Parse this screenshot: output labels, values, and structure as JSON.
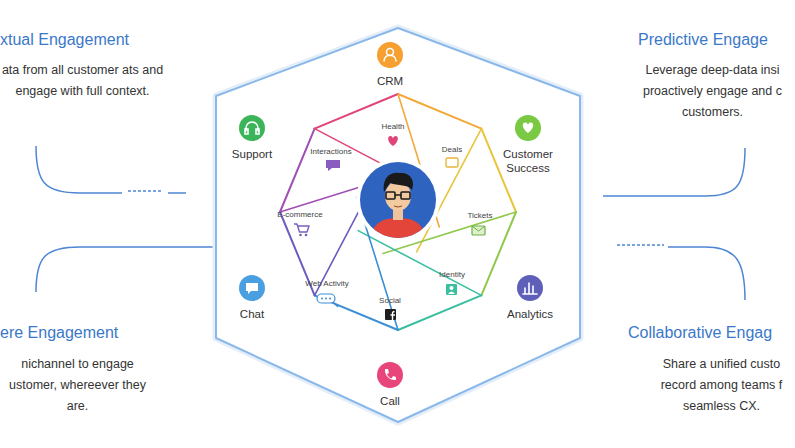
{
  "diagram": {
    "nodes": [
      {
        "text": [
          "CRM"
        ]
      },
      {
        "text": [
          "Support"
        ]
      },
      {
        "text": [
          "Customer Success"
        ]
      },
      {
        "text": [
          "Chat"
        ]
      },
      {
        "text": [
          "Analytics"
        ]
      },
      {
        "text": [
          "Call"
        ]
      }
    ],
    "labels": [
      "xtual Engagement",
      "ata from all customer ats and engage with full context.",
      "Predictive Engage",
      "Leverage deep-data insi proactively engage and c customers.",
      "Health",
      "Interactions",
      "Deals",
      "E-commerce",
      "Tickets",
      "Web Activity",
      "Identity",
      "Social",
      "ere Engagement",
      "nichannel to engage ustomer, whereever they are.",
      "Collaborative Engag",
      "Share a unified custo record among teams f seamless CX."
    ]
  }
}
